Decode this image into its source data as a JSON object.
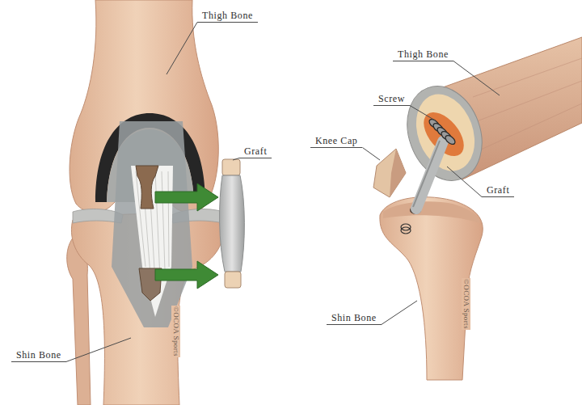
{
  "diagram": {
    "labels": [
      "Thigh Bone",
      "Graft",
      "Shin Bone",
      "©OCOA Sports",
      "Thigh Bone",
      "Screw",
      "Knee Cap",
      "Graft",
      "Shin Bone",
      "©OCOA Sports"
    ]
  }
}
